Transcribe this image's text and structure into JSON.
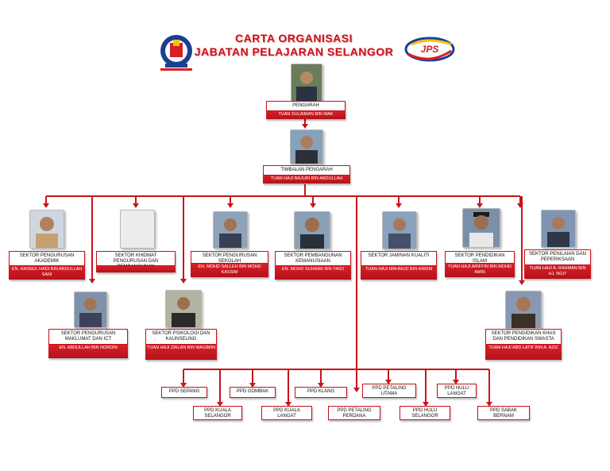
{
  "title": {
    "line1": "CARTA ORGANISASI",
    "line2": "JABATAN PELAJARAN SELANGOR"
  },
  "logos": {
    "left": "kementerian-crest",
    "right_text": "JPS"
  },
  "director": {
    "role": "PENGARAH",
    "name": "TUAN SULAIMAN BIN WAK"
  },
  "deputy": {
    "role": "TIMBALAN PENGARAH",
    "name": "TUAN HAJI BAJURI BIN ABDULLAH"
  },
  "sectors": [
    {
      "role": "SEKTOR PENGURUSAN AKADEMIK",
      "name": "EN. HASNUL HADI BIN ABDULLAH SANI"
    },
    {
      "role": "SEKTOR KHIDMAT PENGURUSAN DAN PEMBANGUNAN",
      "name": ""
    },
    {
      "role": "SEKTOR PENGURUSAN SEKOLAH",
      "name": "EN. MOHD SALLEH BIN MOHD KASSIM"
    },
    {
      "role": "SEKTOR PEMBANGUNAN KEMANUSIAAN",
      "name": "EN. MOHD SUHAIMI BIN YAIDI"
    },
    {
      "role": "SEKTOR JAMINAN KUALITI",
      "name": "TUAN HAJI MAHMUD BIN KARIM"
    },
    {
      "role": "SEKTOR PENDIDIKAN ISLAM",
      "name": "TUAN HAJI ARIFFIN BIN MOHD AMIN"
    },
    {
      "role": "SEKTOR PENILAIAN DAN PEPERIKSAAN",
      "name": "TUAN HAJI A. RAHMAN BIN HJ. NGIT"
    },
    {
      "role": "SEKTOR PENGURUSAN MAKLUMAT DAN ICT",
      "name": "EN. ABDULLAH BIN NORDIN"
    },
    {
      "role": "SEKTOR PSIKOLOGI DAN KAUNSELING",
      "name": "TUAN HAJI ZAILAN BIN WAGIMIN"
    },
    {
      "role": "SEKTOR PENDIDIKAN KHAS DAN PENDIDIKAN SWASTA",
      "name": "TUAN HAJI ABD LATIF BIN A. AZIZ"
    }
  ],
  "ppd": [
    "PPD SEPANG",
    "PPD GOMBAK",
    "PPD KLANG",
    "PPD PETALING UTAMA",
    "PPD HULU LANGAT",
    "PPD KUALA SELANGOR",
    "PPD KUALA LANGAT",
    "PPD PETALING PERDANA",
    "PPD HULU SELANGOR",
    "PPD SABAK BERNAM"
  ],
  "colors": {
    "accent": "#c8141c",
    "connector": "#c8141c",
    "name_bar": "#c8141c"
  }
}
